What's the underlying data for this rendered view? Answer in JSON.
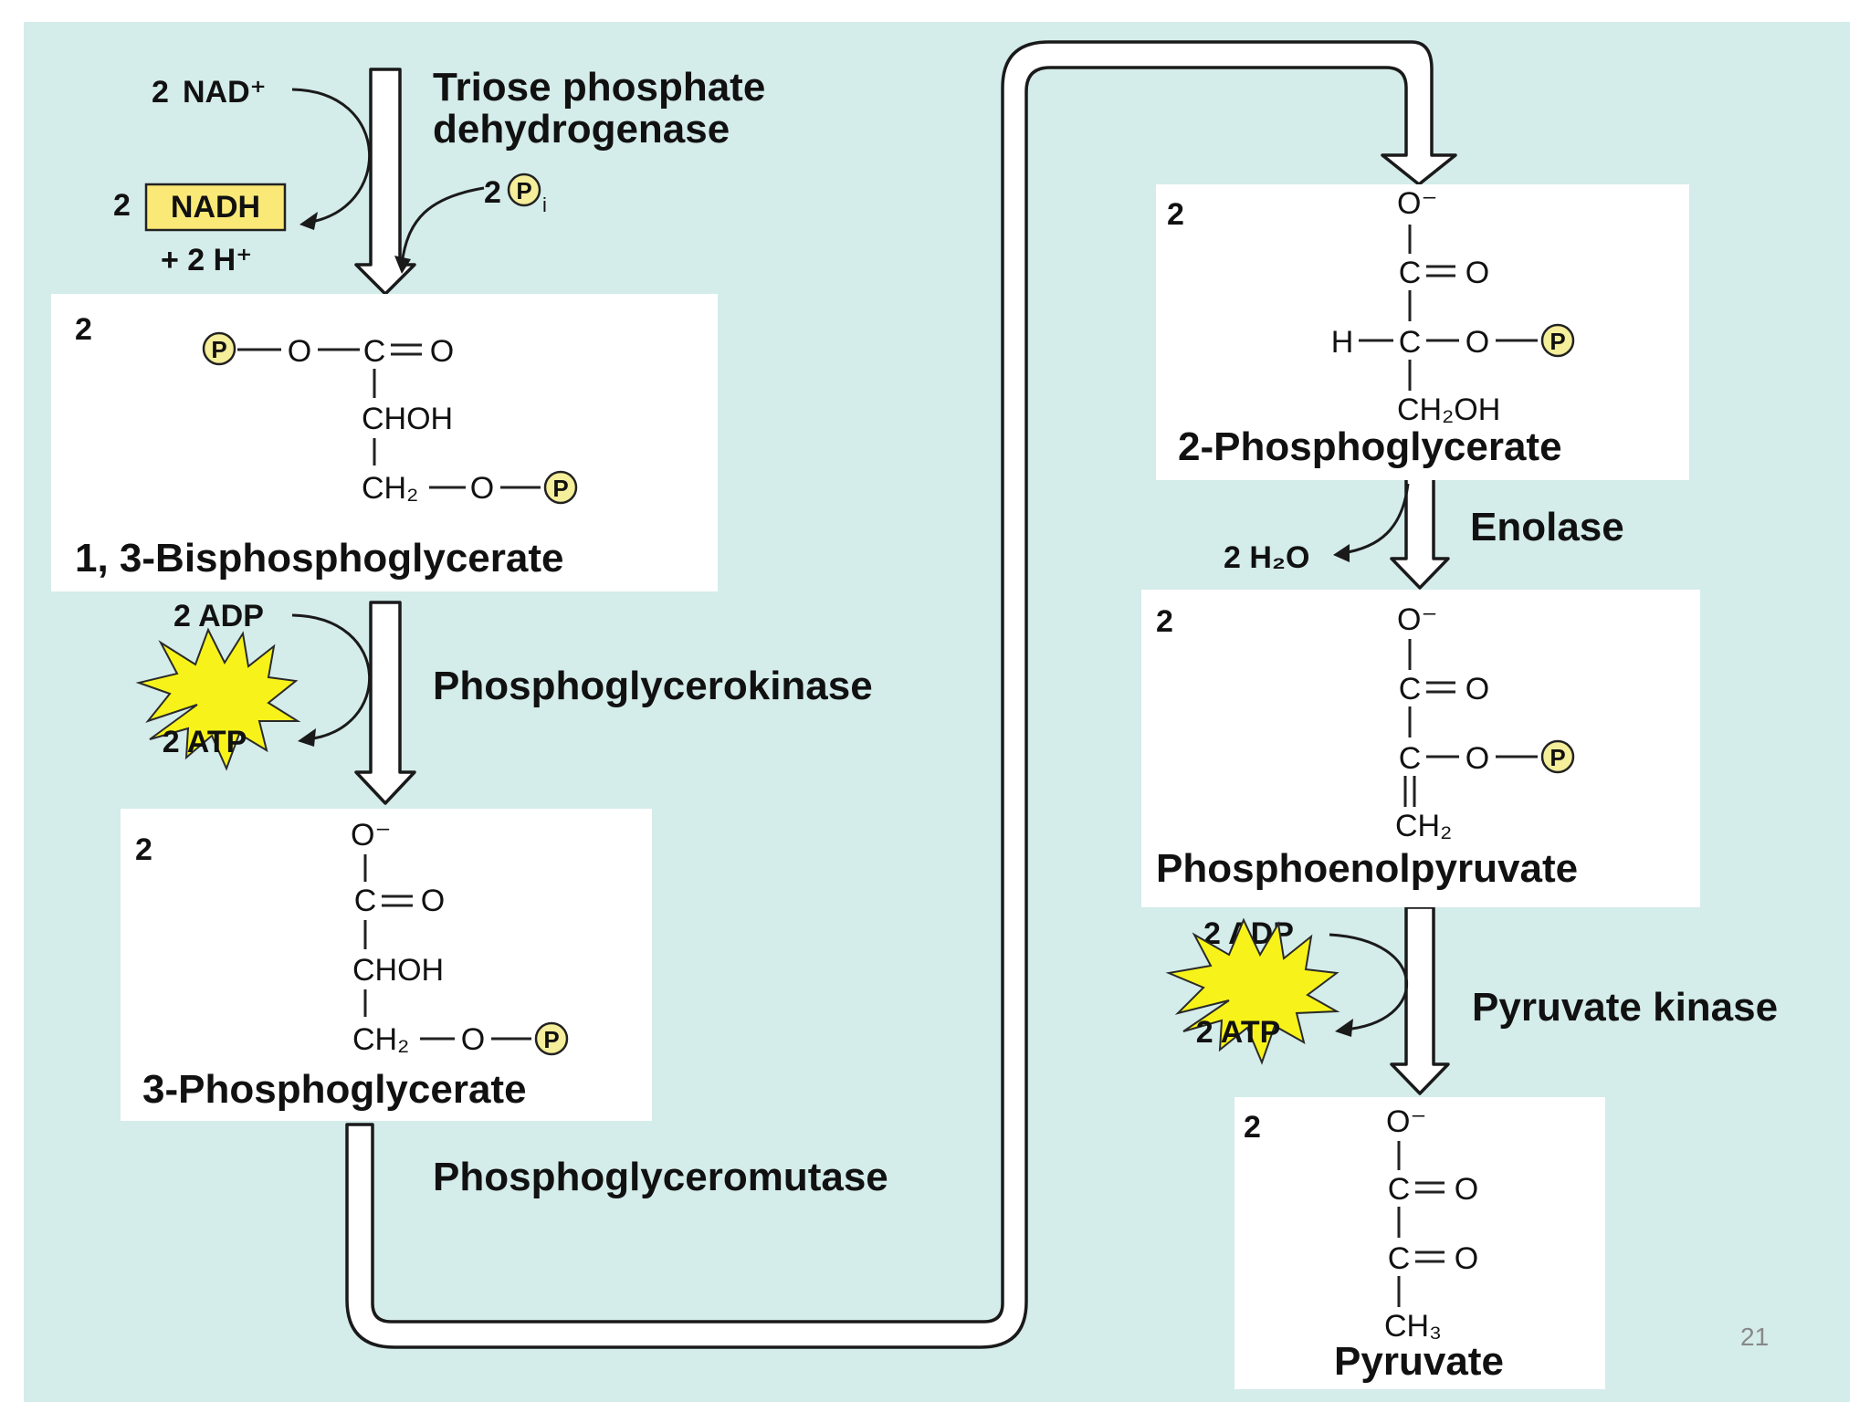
{
  "colors": {
    "background": "#d4ecea",
    "box": "#ffffff",
    "nadh_fill": "#fbe977",
    "atp_burst": "#f7f31a",
    "phosphate_circle": "#f5ee9a"
  },
  "page_number": "21",
  "steps": {
    "triose": {
      "enzyme_line1": "Triose phosphate",
      "enzyme_line2": "dehydrogenase",
      "input_count": "2",
      "input_nad": "NAD⁺",
      "output_count": "2",
      "output_nadh": "NADH",
      "output_h": "+ 2 H⁺",
      "pi_count": "2"
    },
    "bpg": {
      "count": "2",
      "name": "1, 3-Bisphosphoglycerate",
      "chohcarbon": "CHOH",
      "ch2": "CH₂"
    },
    "pgk": {
      "enzyme": "Phosphoglycerokinase",
      "adp": "2 ADP",
      "atp": "2 ATP"
    },
    "pg3": {
      "count": "2",
      "name": "3-Phosphoglycerate",
      "chohcarbon": "CHOH",
      "ch2": "CH₂"
    },
    "mutase": {
      "enzyme": "Phosphoglyceromutase"
    },
    "pg2": {
      "count": "2",
      "name": "2-Phosphoglycerate",
      "h": "H",
      "ch2oh": "CH₂OH"
    },
    "enolase": {
      "enzyme": "Enolase",
      "water": "2 H₂O"
    },
    "pep": {
      "count": "2",
      "name": "Phosphoenolpyruvate",
      "ch2": "CH₂"
    },
    "pk": {
      "enzyme": "Pyruvate kinase",
      "adp": "2 ADP",
      "atp": "2 ATP"
    },
    "pyruvate": {
      "count": "2",
      "name": "Pyruvate",
      "ch3": "CH₃"
    }
  },
  "atoms": {
    "oxygen": "O",
    "carbon": "C",
    "phosphate": "P",
    "oxyanion": "O⁻"
  }
}
